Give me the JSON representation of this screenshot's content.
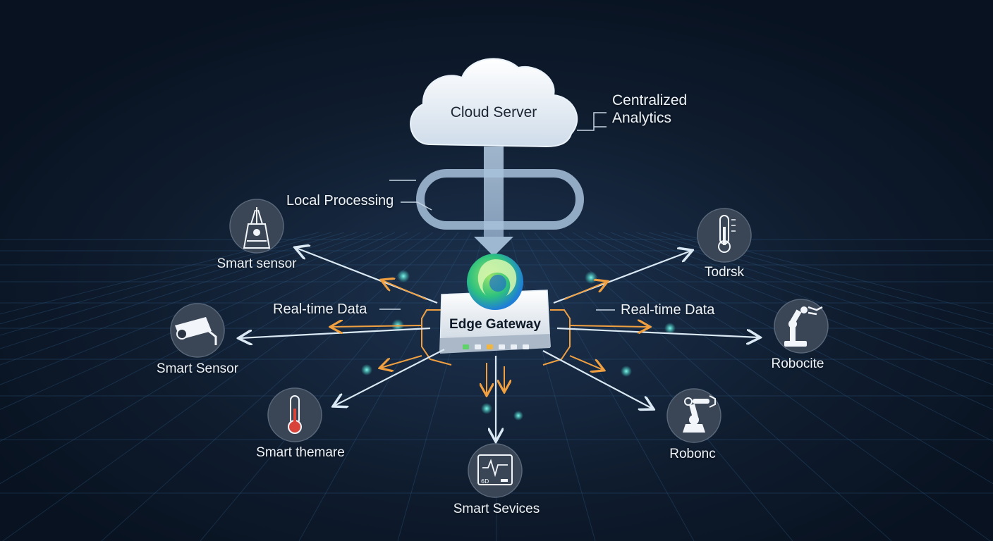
{
  "cloud": {
    "title": "Cloud Server"
  },
  "annotations": {
    "analytics_line1": "Centralized",
    "analytics_line2": "Analytics",
    "local_processing": "Local Processing",
    "realtime_left": "Real-time Data",
    "realtime_right": "Real-time Data"
  },
  "gateway": {
    "title": "Edge Gateway"
  },
  "devices": [
    {
      "label": "Smart sensor",
      "icon": "sensor-probe-icon"
    },
    {
      "label": "Smart Sensor",
      "icon": "security-camera-icon"
    },
    {
      "label": "Smart themare",
      "icon": "thermometer-icon"
    },
    {
      "label": "Smart Sevices",
      "icon": "monitor-display-icon"
    },
    {
      "label": "Robonc",
      "icon": "robotic-arm-icon"
    },
    {
      "label": "Robocite",
      "icon": "robotic-arm-icon"
    },
    {
      "label": "Todrsk",
      "icon": "thermometer-icon"
    }
  ],
  "monitor_icon_text": "6D",
  "colors": {
    "background": "#0b1626",
    "arrow_white": "#dbe9f5",
    "arrow_orange": "#f0a040",
    "glow_cyan": "#3ee0d0",
    "node_fill": "#3a4656"
  }
}
